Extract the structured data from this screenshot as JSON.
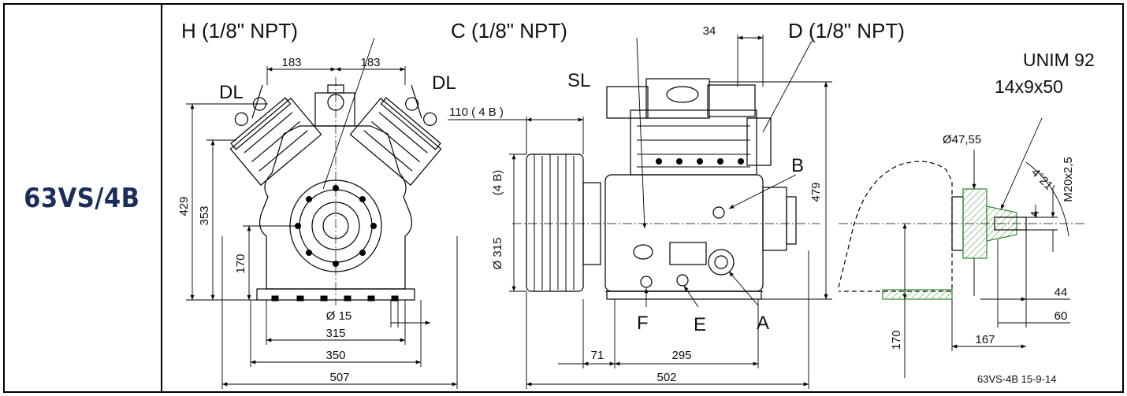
{
  "model": "63VS/4B",
  "drawing_id": "63VS-4B  15-9-14",
  "callouts": {
    "H": "H (1/8\" NPT)",
    "C": "C (1/8\" NPT)",
    "D": "D (1/8\" NPT)",
    "DL": "DL",
    "SL": "SL",
    "A": "A",
    "B": "B",
    "E": "E",
    "F": "F",
    "unim": "UNIM 92",
    "key": "14x9x50"
  },
  "front_view": {
    "dim_183": "183",
    "dim_429": "429",
    "dim_353": "353",
    "dim_170": "170",
    "dim_hole": "Ø  15",
    "dim_315": "315",
    "dim_350": "350",
    "dim_507": "507"
  },
  "side_view": {
    "dim_34": "34",
    "dim_110": "110 ( 4 B )",
    "dim_pulley_groove": "(4 B)",
    "dim_pulley_dia": "Ø 315",
    "dim_479": "479",
    "dim_71": "71",
    "dim_295": "295",
    "dim_502": "502"
  },
  "shaft_view": {
    "dim_shaft_dia": "Ø47,55",
    "dim_thread": "M20x2,5",
    "dim_angle": "4°21'",
    "dim_4": "4",
    "dim_44": "44",
    "dim_60": "60",
    "dim_167": "167",
    "dim_170": "170"
  }
}
